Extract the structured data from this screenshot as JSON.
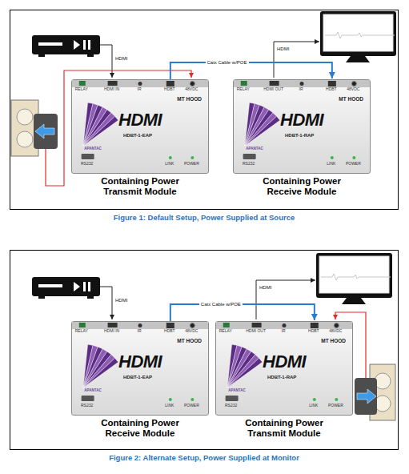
{
  "diagram": {
    "nodes": [
      {
        "text": [
          "Figure 1: Default Setup, Power Supplied at Source"
        ]
      },
      {
        "text": [
          "HDMI",
          "HDBT-1-EAP",
          "MT HOOD",
          "Containing Power Transmit Module"
        ],
        "in": 0
      },
      {
        "text": [
          "HDMI",
          "HDBT-1-RAP",
          "MT HOOD",
          "Containing Power Receive Module"
        ],
        "in": 0
      },
      {
        "text": [
          "Figure 2: Alternate Setup, Power Supplied at Monitor"
        ]
      },
      {
        "text": [
          "HDMI",
          "HDBT-1-EAP",
          "MT HOOD",
          "Containing Power Receive Module"
        ],
        "in": 3
      },
      {
        "text": [
          "HDMI",
          "HDBT-1-RAP",
          "MT HOOD",
          "Containing Power Transmit Module"
        ],
        "in": 3
      }
    ],
    "edges": [
      {
        "from": 1,
        "to": 2,
        "label": "Catx Cable w/POE",
        "arrow": "to"
      },
      {
        "from": 4,
        "to": 5,
        "label": "Catx Cable w/POE",
        "arrow": "to"
      }
    ],
    "labels": [
      "HDMI",
      "HDMI",
      "APANTAC",
      "RELAY",
      "HDMI IN",
      "IR",
      "HDBT",
      "48VDC",
      "RS232",
      "LINK",
      "POWER",
      "APANTAC",
      "RELAY",
      "HDMI OUT",
      "IR",
      "HDBT",
      "48VDC",
      "RS232",
      "LINK",
      "POWER",
      "HDMI",
      "HDMI",
      "APANTAC",
      "RELAY",
      "HDMI IN",
      "IR",
      "HDBT",
      "48VDC",
      "RS232",
      "LINK",
      "POWER",
      "APANTAC",
      "RELAY",
      "HDMI OUT",
      "IR",
      "HDBT",
      "48VDC",
      "RS232",
      "LINK",
      "POWER"
    ]
  }
}
